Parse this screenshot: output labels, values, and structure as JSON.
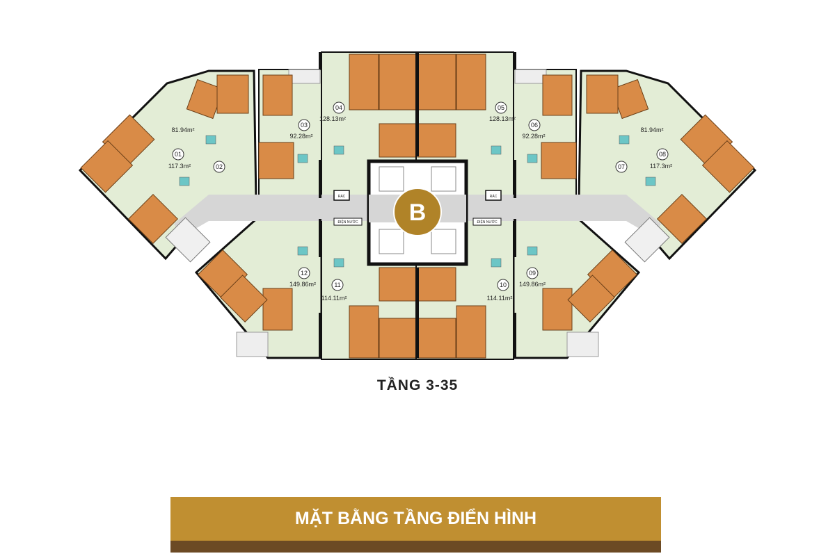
{
  "building_label": "B",
  "floor_range": "TẦNG 3-35",
  "banner_title": "MẶT BẰNG TẦNG ĐIỂN HÌNH",
  "service_labels": {
    "trash_left": "RÁC",
    "trash_right": "RÁC",
    "utility_left": "ĐIỆN NƯỚC",
    "utility_right": "ĐIỆN NƯỚC"
  },
  "units": [
    {
      "id": "01",
      "area": "117.3m²"
    },
    {
      "id": "02",
      "area": "81.94m²"
    },
    {
      "id": "03",
      "area": "92.28m²"
    },
    {
      "id": "04",
      "area": "128.13m²"
    },
    {
      "id": "05",
      "area": "128.13m²"
    },
    {
      "id": "06",
      "area": "92.28m²"
    },
    {
      "id": "07",
      "area": "81.94m²"
    },
    {
      "id": "08",
      "area": "117.3m²"
    },
    {
      "id": "09",
      "area": "149.86m²"
    },
    {
      "id": "10",
      "area": "114.11m²"
    },
    {
      "id": "11",
      "area": "114.11m²"
    },
    {
      "id": "12",
      "area": "149.86m²"
    }
  ],
  "colors": {
    "floor": "#e3edd6",
    "bedroom": "#d98b47",
    "corridor": "#d6d6d6",
    "wall": "#111111",
    "accent": "#b08328",
    "banner_gold": "#c08f31",
    "banner_brown": "#6c4a24"
  }
}
